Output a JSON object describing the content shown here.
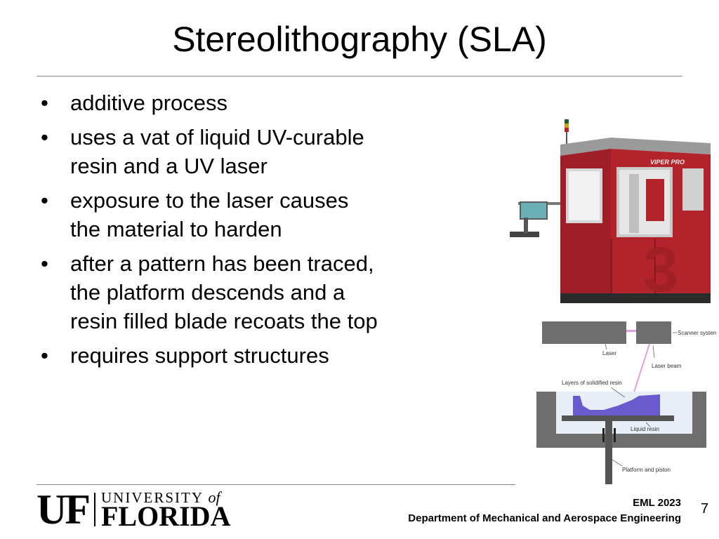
{
  "slide": {
    "title": "Stereolithography (SLA)",
    "bullets": [
      {
        "lines": [
          "additive process"
        ]
      },
      {
        "lines": [
          "uses a vat of liquid UV-curable",
          "resin and a UV laser"
        ]
      },
      {
        "lines": [
          "exposure to the laser causes",
          "the material to harden"
        ]
      },
      {
        "lines": [
          "after a pattern has been traced,",
          "the platform descends and a",
          "resin filled blade recoats the top"
        ]
      },
      {
        "lines": [
          "requires support structures"
        ]
      }
    ],
    "bullet_glyph": "•"
  },
  "machine_photo": {
    "brand_label": "VIPER PRO",
    "logo_mark": "3",
    "colors": {
      "body": "#b3232c",
      "frame": "#8f1b22",
      "window": "#c9c9c9"
    }
  },
  "diagram": {
    "labels": {
      "scanner": "Scanner system",
      "laser": "Laser",
      "beam": "Laser beam",
      "layers": "Layers of solidified resin",
      "resin": "Liquid resin",
      "platform": "Platform and piston"
    },
    "colors": {
      "gray": "#6e6e6e",
      "resin_part": "#6a5acd",
      "beam": "#e0a0e0",
      "liquid": "#e8eef6"
    }
  },
  "footer": {
    "logo_uf": "UF",
    "logo_university": "UNIVERSITY",
    "logo_of": "of",
    "logo_florida": "FLORIDA",
    "course": "EML 2023",
    "department": "Department of Mechanical and Aerospace Engineering",
    "page_number": "7"
  }
}
